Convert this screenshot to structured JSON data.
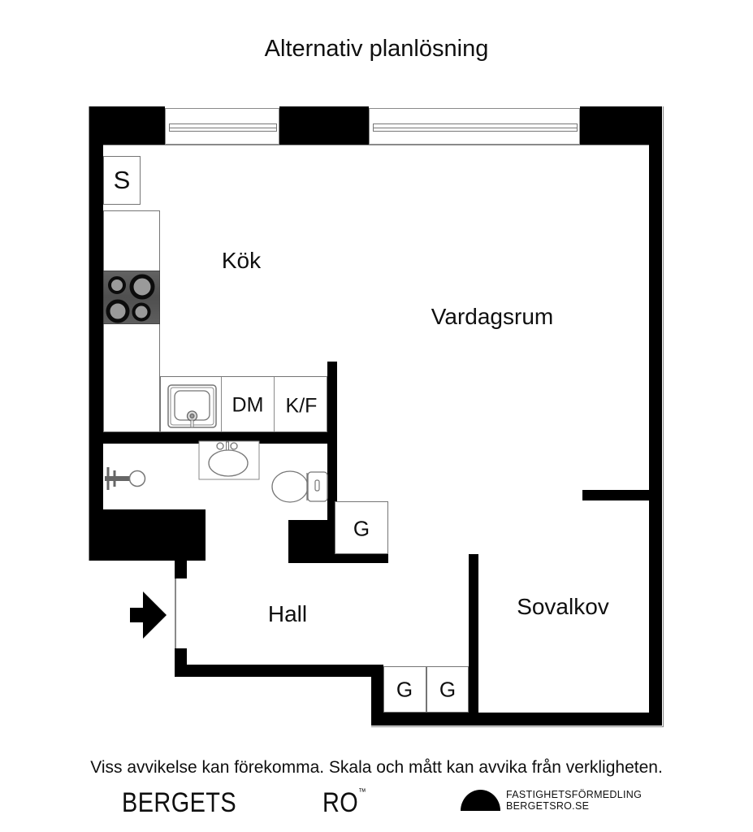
{
  "title": "Alternativ planlösning",
  "plan": {
    "rooms": {
      "kitchen": "Kök",
      "living_room": "Vardagsrum",
      "hall": "Hall",
      "sleeping_alcove": "Sovalkov"
    },
    "fixtures": {
      "cupboard": "S",
      "dishwasher": "DM",
      "fridge_freezer": "K/F",
      "wardrobe_hall": "G",
      "wardrobe_entry_1": "G",
      "wardrobe_entry_2": "G"
    }
  },
  "footer": {
    "disclaimer": "Viss avvikelse kan förekomma. Skala och mått kan avvika från verkligheten.",
    "brand_word_1": "BERGETS",
    "brand_word_2": "RO",
    "trademark": "™",
    "agency_line1": "FASTIGHETSFÖRMEDLING",
    "agency_line2": "BERGETSRO.SE"
  },
  "colors": {
    "wall": "#000000",
    "background": "#ffffff",
    "fixture_outline": "#757575",
    "stove_top": "#565656",
    "burner": "#9a9a9a"
  }
}
